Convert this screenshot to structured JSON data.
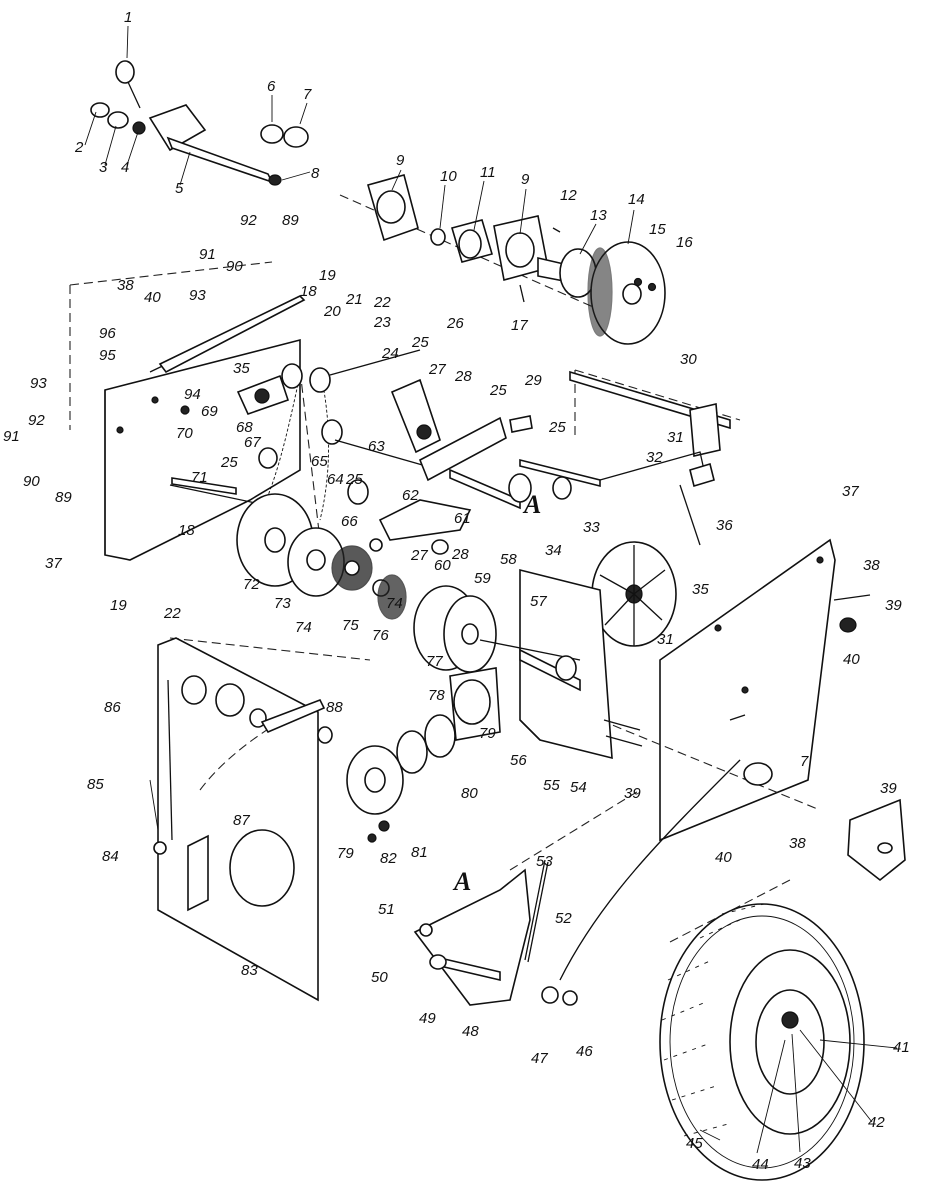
{
  "diagram": {
    "part_numbers": [
      "1",
      "2",
      "3",
      "4",
      "5",
      "6",
      "7",
      "8",
      "9",
      "10",
      "11",
      "9",
      "12",
      "13",
      "14",
      "15",
      "16",
      "17",
      "92",
      "89",
      "91",
      "90",
      "93",
      "19",
      "18",
      "20",
      "21",
      "22",
      "23",
      "24",
      "25",
      "26",
      "27",
      "28",
      "38",
      "40",
      "96",
      "95",
      "93",
      "94",
      "69",
      "35",
      "68",
      "67",
      "25",
      "70",
      "71",
      "91",
      "92",
      "90",
      "89",
      "18",
      "19",
      "37",
      "22",
      "72",
      "73",
      "74",
      "75",
      "76",
      "74",
      "77",
      "78",
      "60",
      "65",
      "64",
      "66",
      "25",
      "63",
      "62",
      "61",
      "27",
      "28",
      "25",
      "29",
      "25",
      "30",
      "31",
      "32",
      "36",
      "37",
      "38",
      "39",
      "40",
      "33",
      "34",
      "35",
      "31",
      "59",
      "58",
      "57",
      "56",
      "55",
      "54",
      "39",
      "7",
      "40",
      "38",
      "39",
      "86",
      "85",
      "84",
      "87",
      "88",
      "83",
      "79",
      "80",
      "79",
      "81",
      "82",
      "53",
      "52",
      "51",
      "50",
      "49",
      "48",
      "47",
      "46",
      "41",
      "42",
      "43",
      "44",
      "45"
    ],
    "callout_A_top": "A",
    "callout_A_bottom": "A"
  }
}
